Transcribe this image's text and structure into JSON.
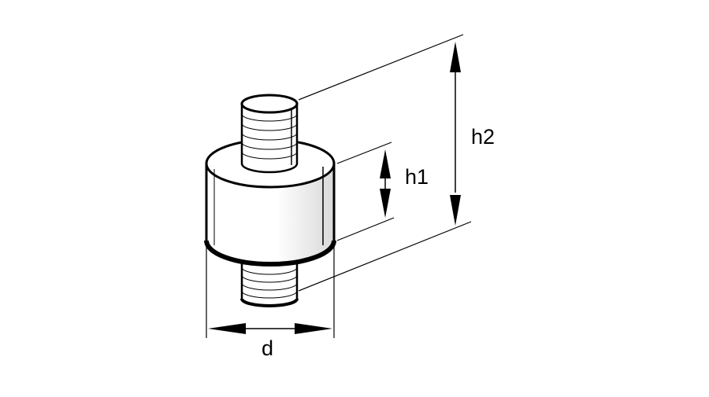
{
  "labels": {
    "diameter": "d",
    "height_body": "h1",
    "height_total": "h2"
  },
  "colors": {
    "stroke": "#000000",
    "fill": "#ffffff",
    "shade": "#d9d9d9"
  }
}
